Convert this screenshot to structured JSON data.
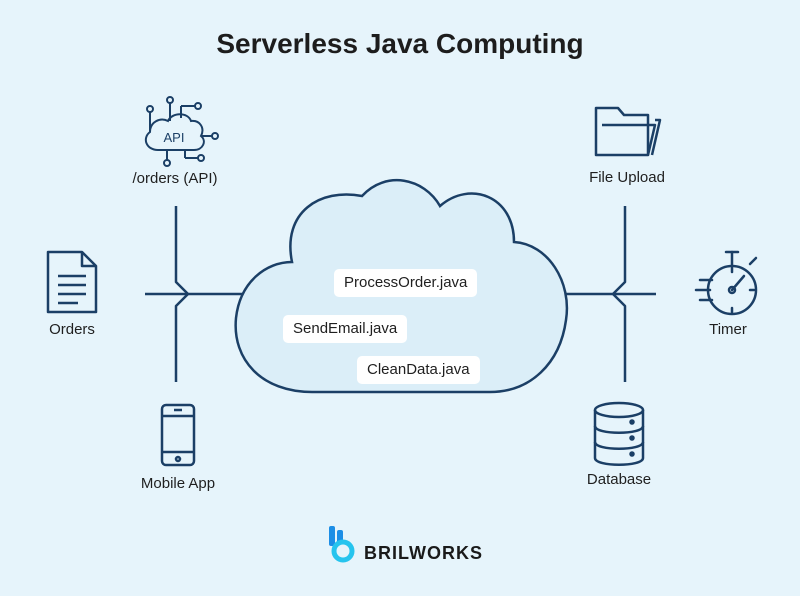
{
  "title": "Serverless Java Computing",
  "sources": {
    "api": "/orders (API)",
    "orders": "Orders",
    "mobile": "Mobile App",
    "file_upload": "File Upload",
    "timer": "Timer",
    "database": "Database"
  },
  "functions": [
    "ProcessOrder.java",
    "SendEmail.java",
    "CleanData.java"
  ],
  "api_icon_text": "API",
  "brand": "BRILWORKS",
  "colors": {
    "background": "#e6f4fb",
    "line": "#1b3f66",
    "cloud_fill": "#dbeef8",
    "brand_blue": "#1c8ee6",
    "brand_cyan": "#26c4ee"
  }
}
